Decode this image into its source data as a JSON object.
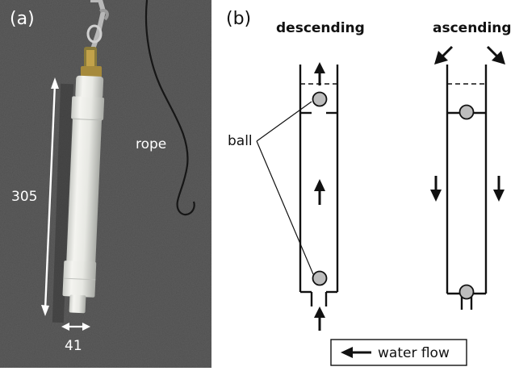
{
  "panel_a": {
    "label": "(a)",
    "length_label": "305",
    "width_label": "41",
    "rope_label": "rope"
  },
  "panel_b": {
    "label": "(b)",
    "descending_title": "descending",
    "ascending_title": "ascending",
    "ball_label": "ball",
    "legend_label": "water flow"
  },
  "colors": {
    "asphalt": "#5b5b5b",
    "sampler_body": "#eeeeea",
    "ball_fill": "#bdbdbd",
    "line": "#111111"
  }
}
